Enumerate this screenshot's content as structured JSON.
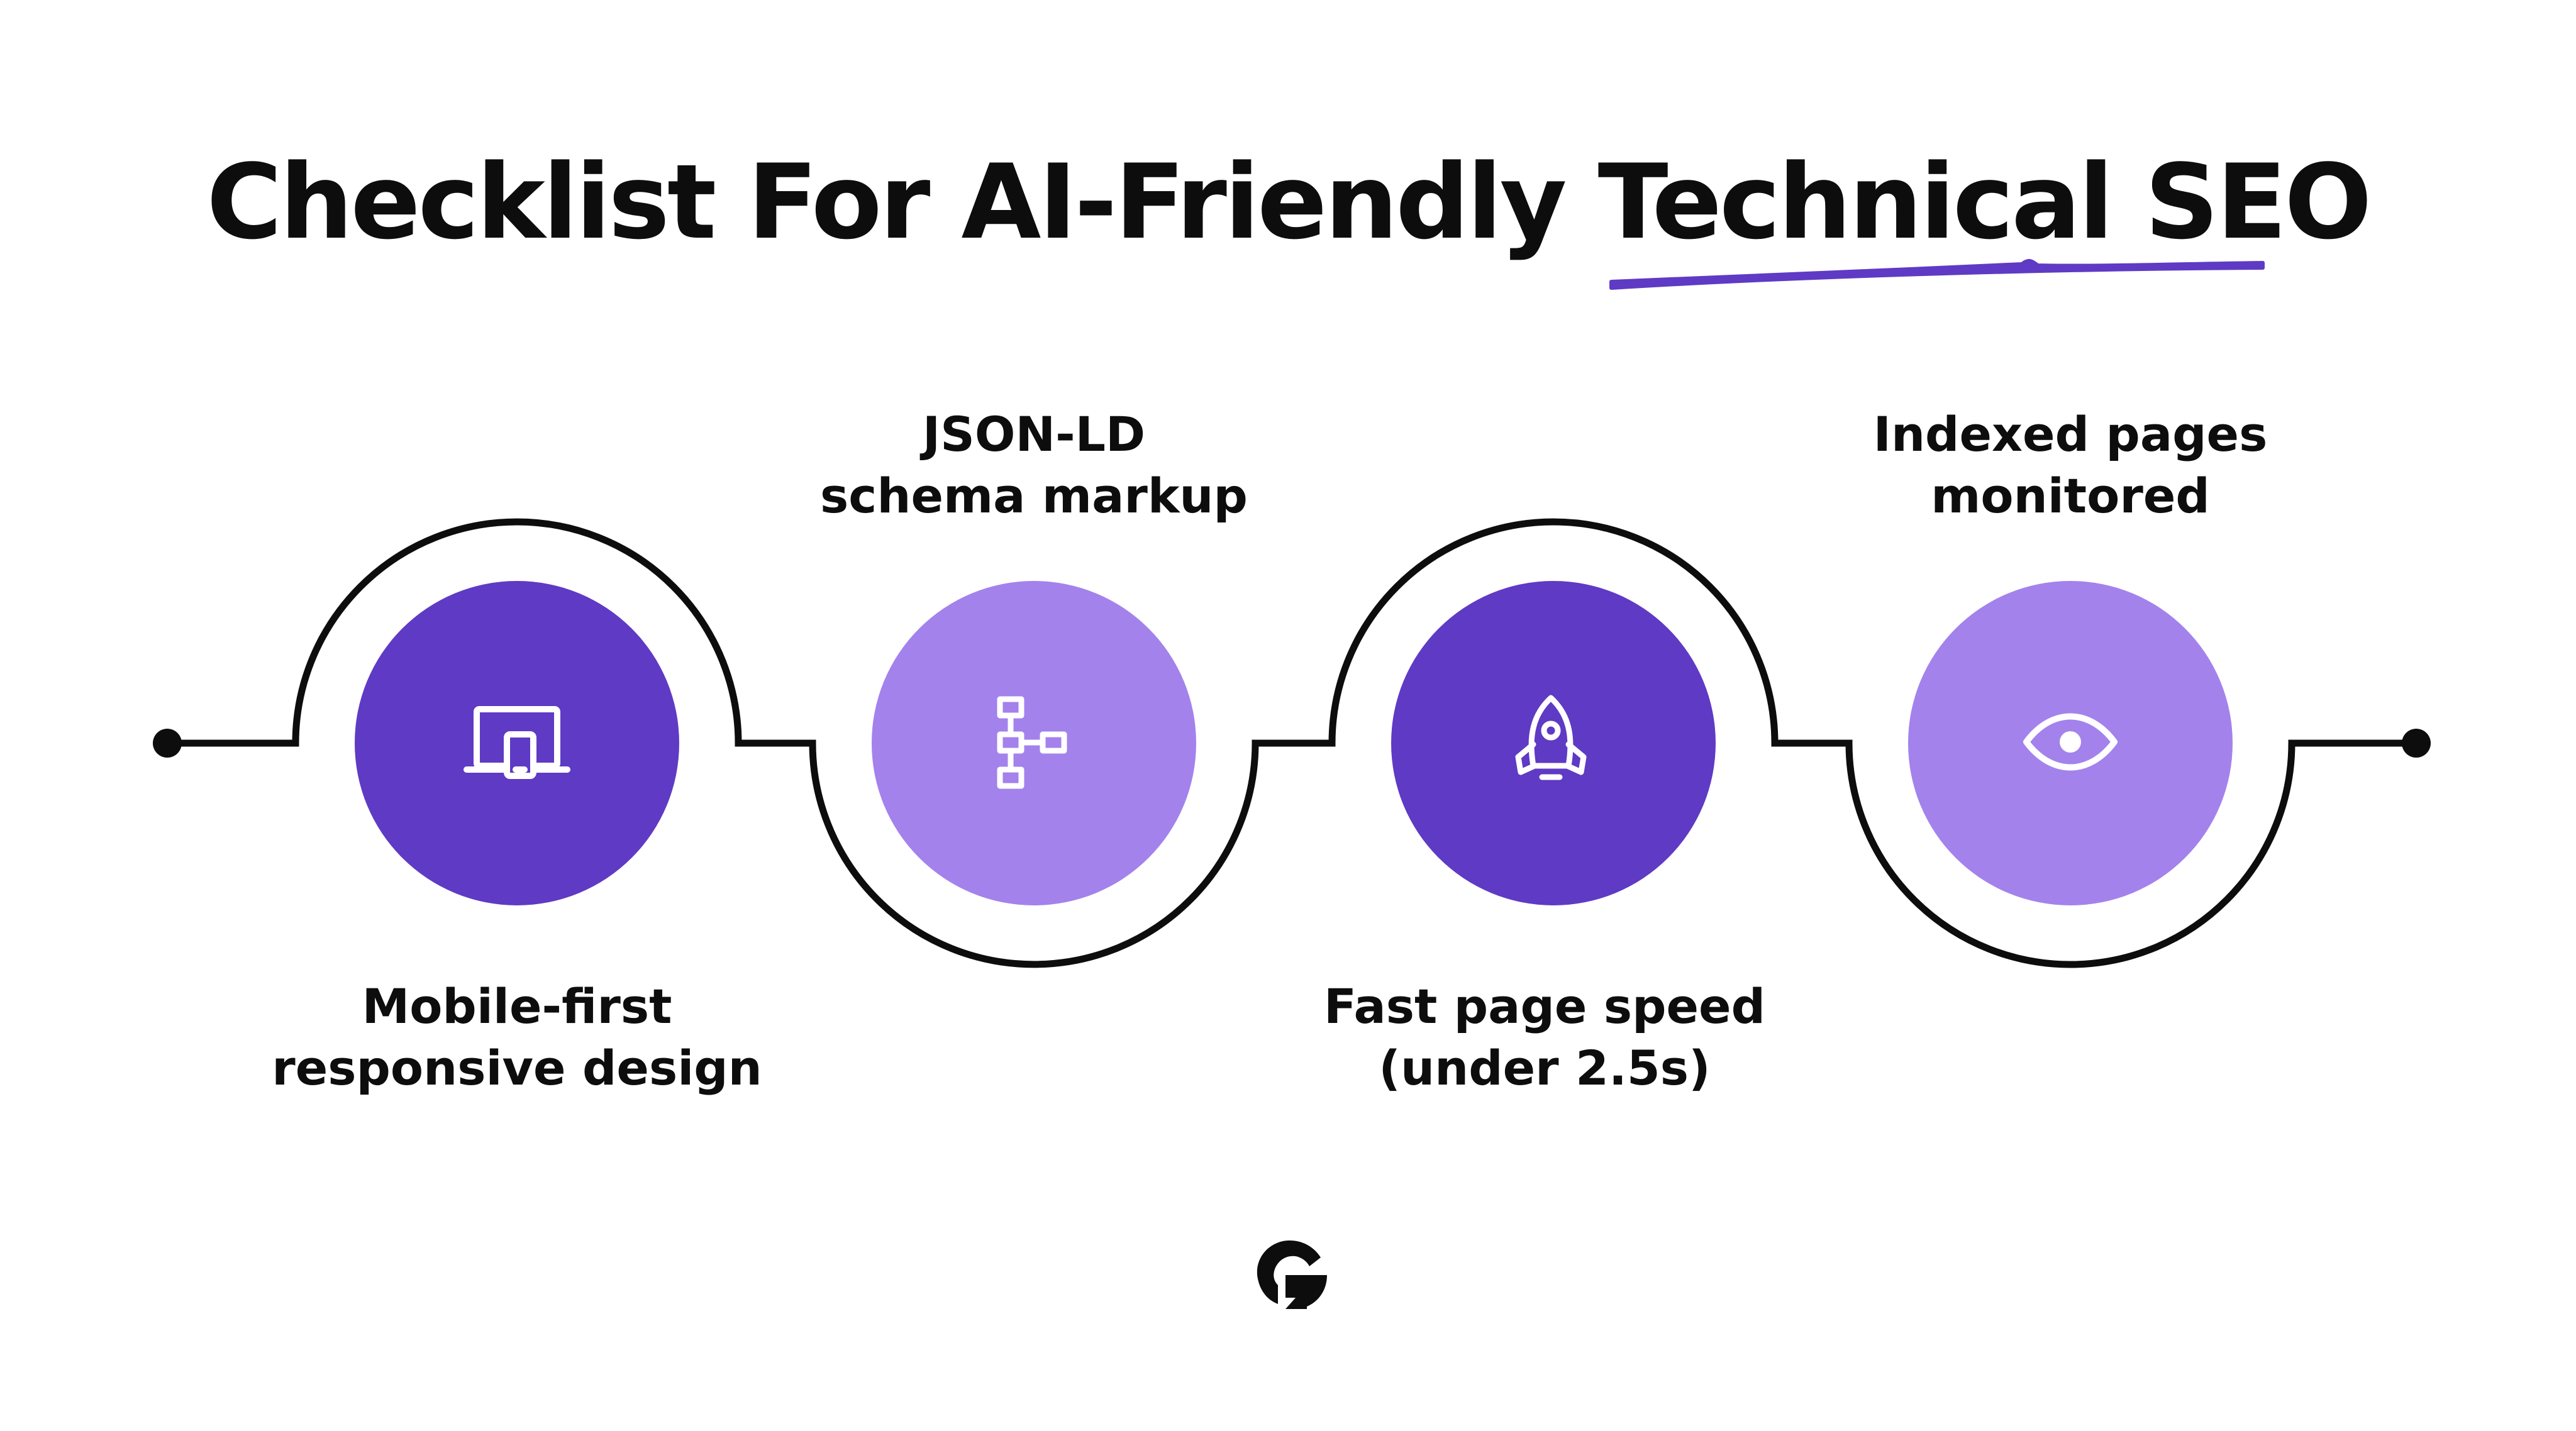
{
  "title": "Checklist For AI-Friendly Technical SEO",
  "colors": {
    "accent": "#5f3ac4",
    "accent_light": "#a382ec",
    "line": "#0d0d0d",
    "background": "#ffffff"
  },
  "steps": [
    {
      "lines": [
        "Mobile-first",
        "responsive design"
      ],
      "icon": "laptop-mobile-icon",
      "fill": "dark"
    },
    {
      "lines": [
        "JSON-LD",
        "schema markup"
      ],
      "icon": "sitemap-icon",
      "fill": "light"
    },
    {
      "lines": [
        "Fast page speed",
        "(under 2.5s)"
      ],
      "icon": "rocket-icon",
      "fill": "dark"
    },
    {
      "lines": [
        "Indexed pages",
        "monitored"
      ],
      "icon": "eye-icon",
      "fill": "light"
    }
  ],
  "logo": "brand-logo-icon"
}
